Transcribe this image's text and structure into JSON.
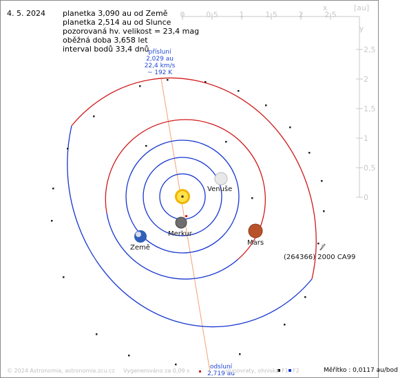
{
  "header": {
    "date": "4. 5. 2024",
    "lines": [
      "planetka 3,090 au od Země",
      "planetka 2,514 au od Slunce",
      "pozorovaná hv. velikost = 23,4 mag",
      "oběžná doba 3,658 let",
      "interval bodů 33,4 dnů"
    ]
  },
  "perihelion": {
    "lines": [
      "přísluní",
      "2,029 au",
      "22,4 km/s",
      "~ 192 K"
    ]
  },
  "aphelion": {
    "lines": [
      "odsluní",
      "2,719 au"
    ]
  },
  "bodies": {
    "venus": "Venuše",
    "mercury": "Merkur",
    "earth": "Země",
    "mars": "Mars",
    "asteroid": "(264366) 2000 CA99"
  },
  "axes": {
    "top_ticks": [
      "0",
      "0,5",
      "1",
      "1,5",
      "2",
      "2,5"
    ],
    "top_unit": "[au]",
    "top_x_mark": "x",
    "right_ticks": [
      "2,5",
      "2",
      "1,5",
      "1",
      "0,5",
      "0"
    ],
    "right_y_mark": "y"
  },
  "footer": {
    "copyright": "© 2024 Astronomia, astronomia.zcu.cz",
    "generated": "Vygenerováno za 0,09 s",
    "legend": "slunovraty, ohniska",
    "f1": "F1",
    "f2": "F2",
    "scale": "Měřítko : 0,0117 au/bod"
  },
  "colors": {
    "inner_orbits": "#1434d0",
    "mars_orbit": "#d01818",
    "asteroid_orbit_near": "#d01818",
    "asteroid_orbit_far": "#1434d0",
    "apsis_line": "#f4a070",
    "axis": "#c8c8c8"
  }
}
